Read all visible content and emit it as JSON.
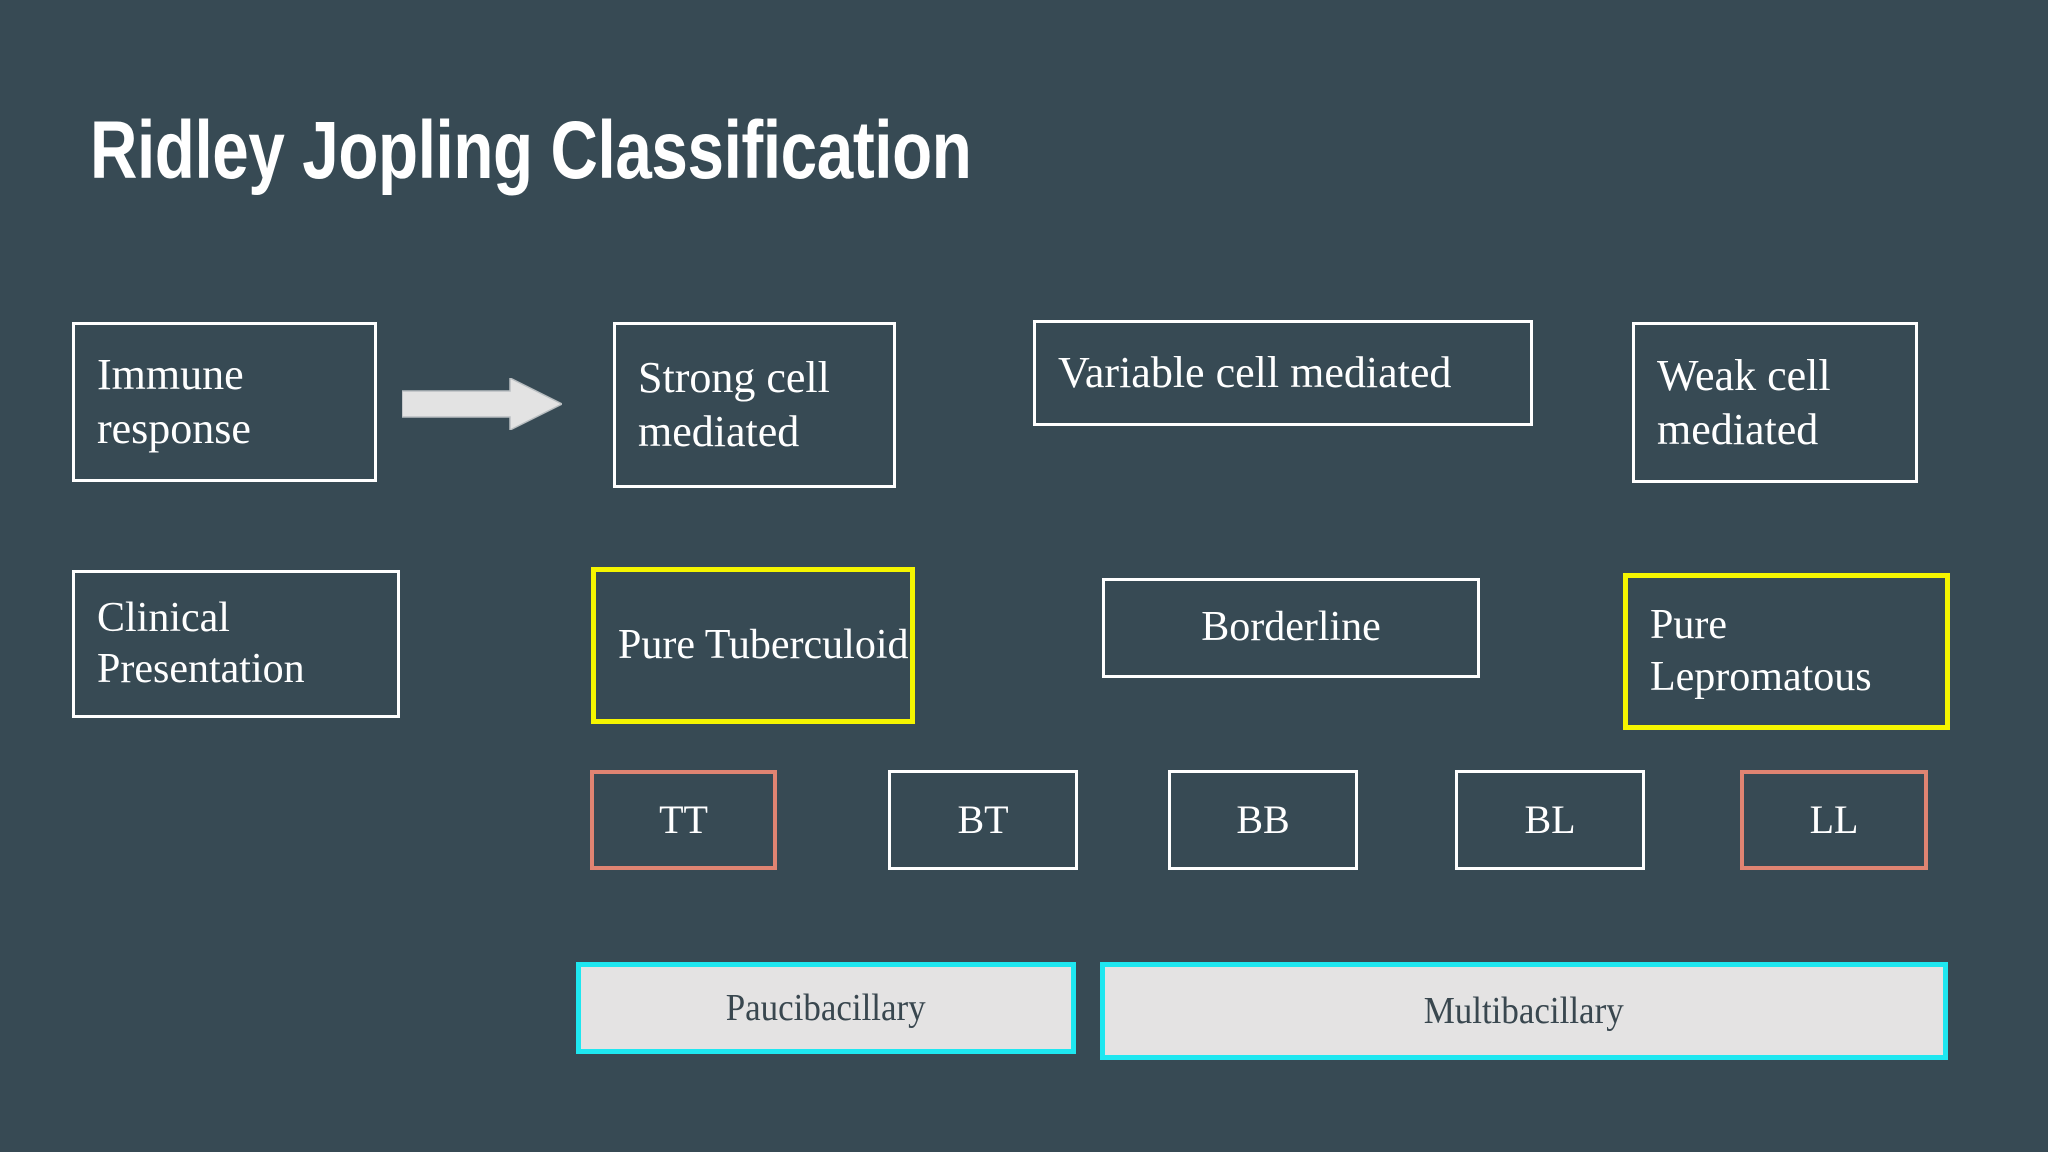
{
  "slide": {
    "title": "Ridley Jopling Classification",
    "background_color": "#374a54"
  },
  "colors": {
    "background": "#374a54",
    "outline_white": "#ffffff",
    "outline_yellow": "#f5f500",
    "outline_salmon": "#e08472",
    "bar_border_cyan": "#1ee7f0",
    "bar_fill": "#e4e3e3",
    "bar_text": "#39474f",
    "arrow_fill": "#e3e3e3"
  },
  "rows": {
    "immune_response": {
      "label_box": "Immune response",
      "arrow_icon": "right-arrow-icon",
      "cells": [
        {
          "text": "Strong cell mediated",
          "border": "white"
        },
        {
          "text": "Variable cell mediated",
          "border": "white"
        },
        {
          "text": "Weak cell mediated",
          "border": "white"
        }
      ]
    },
    "clinical_presentation": {
      "label_box": "Clinical Presentation",
      "cells": [
        {
          "text": "Pure Tuberculoid",
          "border": "yellow"
        },
        {
          "text": "Borderline",
          "border": "white"
        },
        {
          "text": "Pure Lepromatous",
          "border": "yellow"
        }
      ]
    },
    "spectrum": {
      "cells": [
        {
          "text": "TT",
          "border": "salmon"
        },
        {
          "text": "BT",
          "border": "white"
        },
        {
          "text": "BB",
          "border": "white"
        },
        {
          "text": "BL",
          "border": "white"
        },
        {
          "text": "LL",
          "border": "salmon"
        }
      ]
    },
    "bacillary": {
      "bars": [
        {
          "text": "Paucibacillary"
        },
        {
          "text": "Multibacillary"
        }
      ]
    }
  }
}
